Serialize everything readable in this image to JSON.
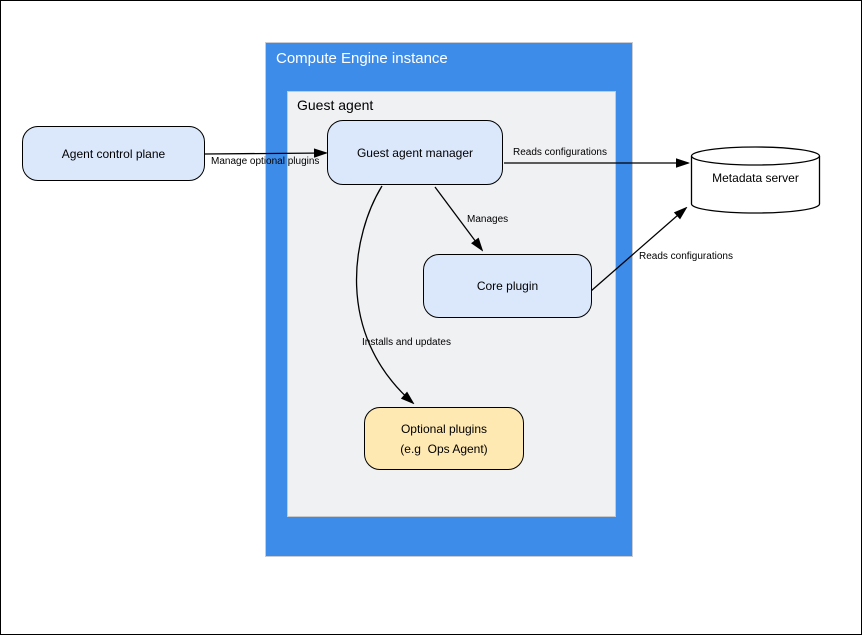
{
  "diagram": {
    "compute_engine_container": {
      "title": "Compute Engine instance"
    },
    "guest_agent_container": {
      "title": "Guest agent"
    },
    "nodes": {
      "agent_control_plane": {
        "label": "Agent control plane"
      },
      "guest_agent_manager": {
        "label": "Guest agent manager"
      },
      "core_plugin": {
        "label": "Core plugin"
      },
      "optional_plugins": {
        "line1": "Optional plugins",
        "line2": "(e.g  Ops Agent)"
      },
      "metadata_server": {
        "label": "Metadata server"
      }
    },
    "edges": {
      "manage_optional_plugins": {
        "label": "Manage optional plugins",
        "from": "agent_control_plane",
        "to": "guest_agent_manager"
      },
      "manager_reads_configurations": {
        "label": "Reads configurations",
        "from": "guest_agent_manager",
        "to": "metadata_server"
      },
      "manages": {
        "label": "Manages",
        "from": "guest_agent_manager",
        "to": "core_plugin"
      },
      "core_reads_configurations": {
        "label": "Reads configurations",
        "from": "core_plugin",
        "to": "metadata_server"
      },
      "installs_and_updates": {
        "label": "Installs and updates",
        "from": "guest_agent_manager",
        "to": "optional_plugins"
      }
    },
    "colors": {
      "container_blue": "#3E8CEA",
      "guest_agent_fill": "#F0F1F3",
      "node_blue_fill": "#DBE8FC",
      "node_yellow_fill": "#FFE9B3",
      "line_and_border": "#000000",
      "title_text_on_blue": "#FFFFFF"
    }
  }
}
